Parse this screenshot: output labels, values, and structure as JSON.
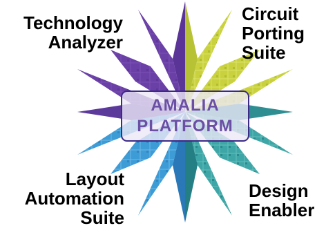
{
  "labels": {
    "top_left": [
      "Technology",
      "Analyzer"
    ],
    "top_right": [
      "Circuit",
      "Porting",
      "Suite"
    ],
    "bottom_left": [
      "Layout",
      "Automation",
      "Suite"
    ],
    "bottom_right": [
      "Design",
      "Enabler"
    ]
  },
  "center": {
    "line1": "AMALIA",
    "line2": "PLATFORM"
  },
  "colors": {
    "purple": "#6a3fa6",
    "purple_dark": "#4e2b86",
    "yellow_green": "#c9d23e",
    "yellow_green_dark": "#a8b52a",
    "teal": "#3ea6a6",
    "teal_dark": "#237f84",
    "blue": "#3d9bd6",
    "blue_dark": "#2a78b8",
    "badge_border": "#3b2a86",
    "badge_text": "#6a4fa5"
  }
}
